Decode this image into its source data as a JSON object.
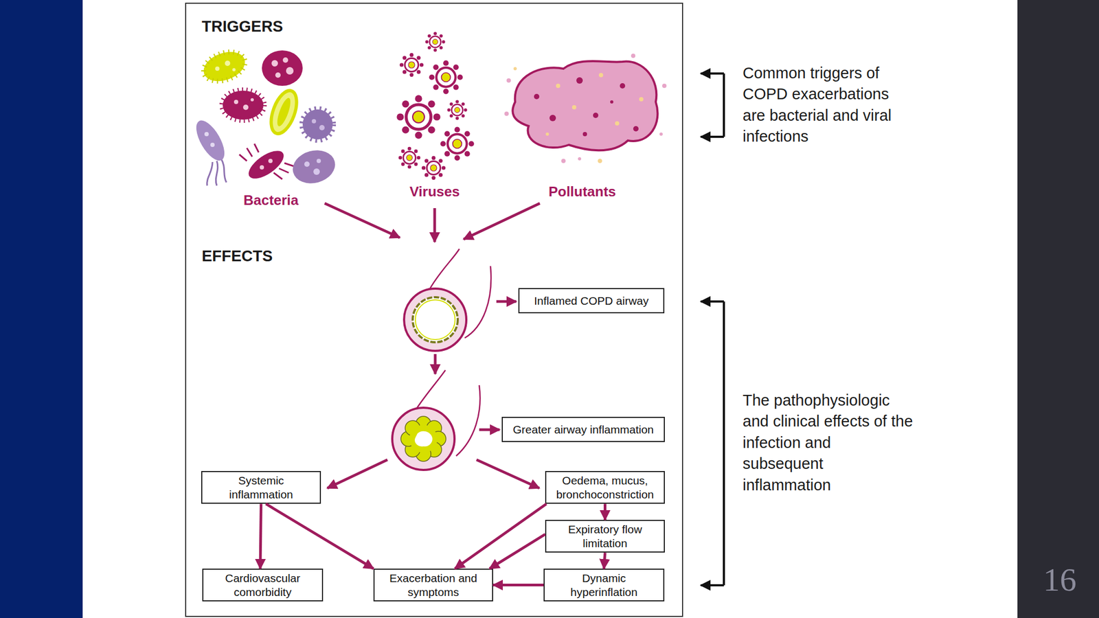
{
  "diagram": {
    "nodes": [
      {
        "text": [
          "Inflamed COPD airway"
        ]
      },
      {
        "text": [
          "Greater airway inflammation"
        ]
      },
      {
        "text": [
          "Systemic inflammation"
        ]
      },
      {
        "text": [
          "Oedema, mucus, bronchoconstriction"
        ]
      },
      {
        "text": [
          "Expiratory flow limitation"
        ]
      },
      {
        "text": [
          "Cardiovascular comorbidity"
        ]
      },
      {
        "text": [
          "Exacerbation and symptoms"
        ]
      },
      {
        "text": [
          "Dynamic hyperinflation"
        ]
      }
    ],
    "edges": [
      {
        "from": 2,
        "to": 5,
        "arrow": "to"
      },
      {
        "from": 2,
        "to": 6,
        "arrow": "to"
      },
      {
        "from": 3,
        "to": 4,
        "arrow": "to"
      },
      {
        "from": 3,
        "to": 6,
        "arrow": "to"
      },
      {
        "from": 4,
        "to": 6,
        "arrow": "to"
      },
      {
        "from": 4,
        "to": 7,
        "arrow": "to"
      },
      {
        "from": 7,
        "to": 6,
        "arrow": "to"
      }
    ],
    "labels": [
      "TRIGGERS",
      "Bacteria",
      "Viruses",
      "Pollutants",
      "EFFECTS",
      "Common triggers of COPD exacerbations are bacterial and viral infections",
      "The pathophysiologic and clinical effects of the infection and subsequent inflammation",
      "16"
    ]
  }
}
